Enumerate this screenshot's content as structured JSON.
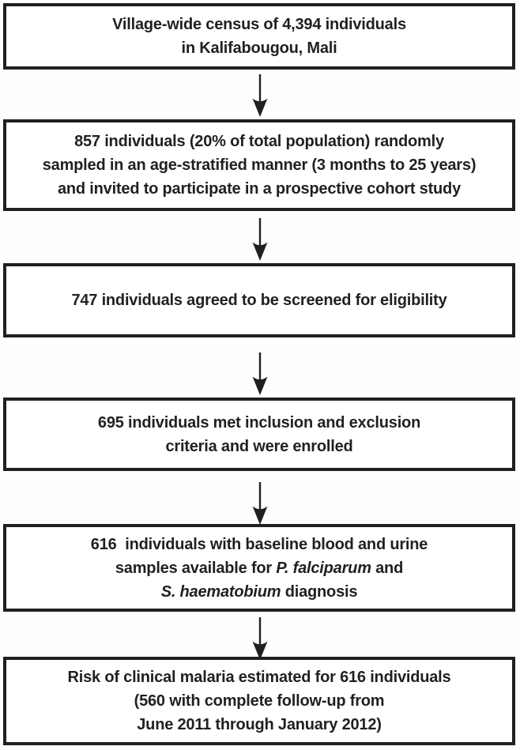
{
  "figure": {
    "type": "flowchart",
    "direction": "top-down",
    "colors": {
      "box_border": "#231f20",
      "text": "#231f20",
      "box_background": "#ffffff",
      "page_background": "#fefefe"
    },
    "arrow": {
      "glyph": "↓",
      "name": "down-arrow"
    },
    "boxes": [
      {
        "name": "census",
        "lines": [
          [
            {
              "text": "Village-wide census of 4,394 individuals"
            }
          ],
          [
            {
              "text": "in Kalifabougou, Mali"
            }
          ]
        ]
      },
      {
        "name": "sampled-invited",
        "lines": [
          [
            {
              "text": "857 individuals (20% of total population) randomly"
            }
          ],
          [
            {
              "text": "sampled in an age-stratified manner (3 months to 25 years)"
            }
          ],
          [
            {
              "text": "and invited to participate in a prospective cohort study"
            }
          ]
        ]
      },
      {
        "name": "agreed-screening",
        "lines": [
          [
            {
              "text": "747 individuals agreed to be screened for eligibility"
            }
          ]
        ]
      },
      {
        "name": "enrolled",
        "lines": [
          [
            {
              "text": "695 individuals met inclusion and exclusion"
            }
          ],
          [
            {
              "text": "criteria and were enrolled"
            }
          ]
        ]
      },
      {
        "name": "baseline-samples",
        "lines": [
          [
            {
              "text": "616  individuals with baseline blood and urine"
            }
          ],
          [
            {
              "text": "samples available for "
            },
            {
              "text": "P. falciparum",
              "italic": true
            },
            {
              "text": " and"
            }
          ],
          [
            {
              "text": "S. haematobium",
              "italic": true
            },
            {
              "text": " diagnosis"
            }
          ]
        ]
      },
      {
        "name": "risk-estimated",
        "lines": [
          [
            {
              "text": "Risk of clinical malaria estimated for 616 individuals"
            }
          ],
          [
            {
              "text": "(560 with complete follow-up from"
            }
          ],
          [
            {
              "text": "June 2011 through January 2012)"
            }
          ]
        ]
      }
    ]
  }
}
